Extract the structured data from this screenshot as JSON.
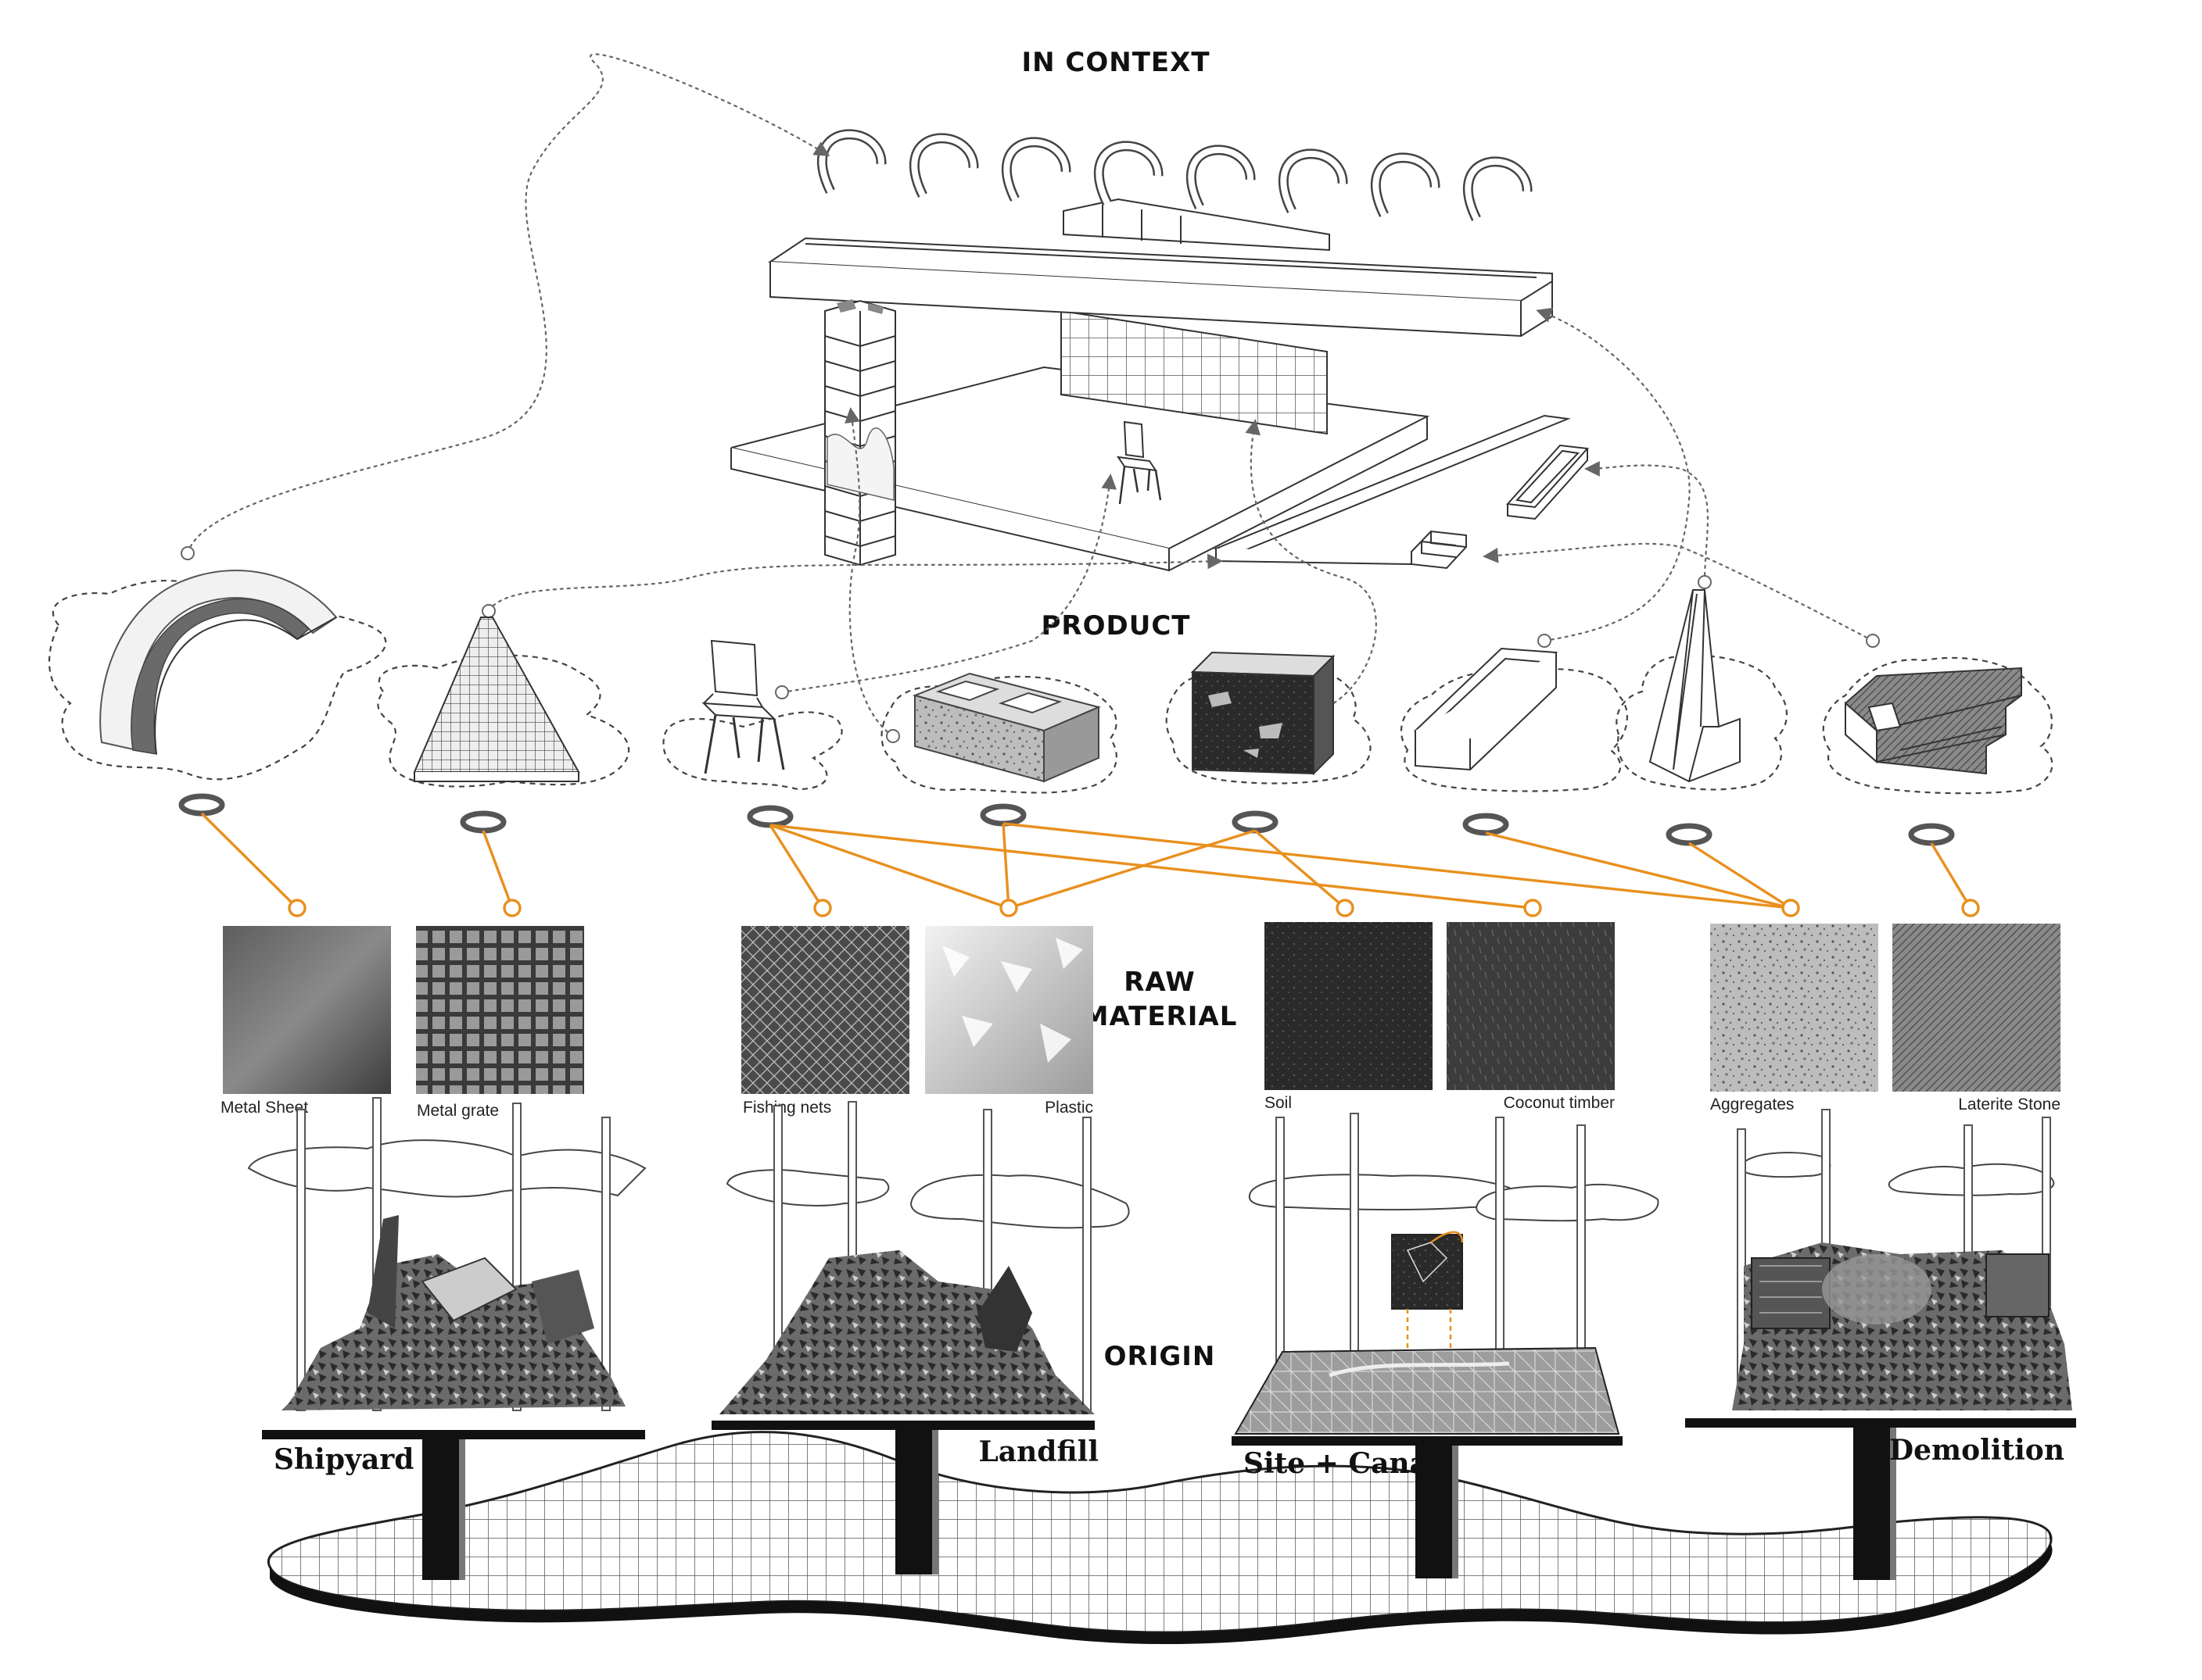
{
  "titles": {
    "in_context": "IN CONTEXT",
    "product": "PRODUCT",
    "raw_material_1": "RAW",
    "raw_material_2": "MATERIAL",
    "origin": "ORIGIN"
  },
  "materials": [
    {
      "label": "Metal Sheet"
    },
    {
      "label": "Metal grate"
    },
    {
      "label": "Fishing nets"
    },
    {
      "label": "Plastic"
    },
    {
      "label": "Soil"
    },
    {
      "label": "Coconut timber"
    },
    {
      "label": "Aggregates"
    },
    {
      "label": "Laterite Stone"
    }
  ],
  "origins": [
    {
      "label": "Shipyard"
    },
    {
      "label": "Landfill"
    },
    {
      "label": "Site + Canal"
    },
    {
      "label": "Demolition"
    }
  ],
  "products": [
    {
      "icon": "curved-metal-sheet-icon"
    },
    {
      "icon": "metal-grate-pyramid-icon"
    },
    {
      "icon": "chair-icon"
    },
    {
      "icon": "hollow-block-icon"
    },
    {
      "icon": "soil-cube-icon"
    },
    {
      "icon": "planter-trough-icon"
    },
    {
      "icon": "channel-icon"
    },
    {
      "icon": "steps-icon"
    }
  ],
  "colors": {
    "link": "#e8901e",
    "line": "#333333",
    "ink": "#111111"
  }
}
